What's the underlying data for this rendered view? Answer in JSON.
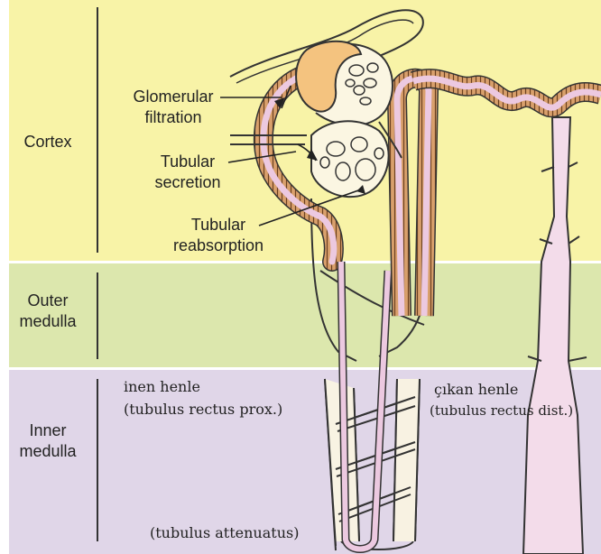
{
  "zones": {
    "cortex": "Cortex",
    "outer_medulla": "Outer\nmedulla",
    "inner_medulla": "Inner\nmedulla"
  },
  "processes": {
    "glomerular_filtration": "Glomerular\nfiltration",
    "tubular_secretion": "Tubular\nsecretion",
    "tubular_reabsorption": "Tubular\nreabsorption"
  },
  "handwritten_notes": {
    "descending_name": "inen henle",
    "descending_latin": "(tubulus rectus prox.)",
    "ascending_name": "çıkan henle",
    "ascending_latin": "(tubulus rectus dist.)",
    "thin_segment": "(tubulus attenuatus)"
  },
  "colors": {
    "cortex": "#f8f3a7",
    "outer_medulla": "#dce7ad",
    "inner_medulla": "#e0d6e8",
    "tubule_wall": "#c98b55",
    "tubule_lumen": "#ecc9e0",
    "glomerulus": "#f4c37f",
    "vessel": "#fbf6e2"
  }
}
